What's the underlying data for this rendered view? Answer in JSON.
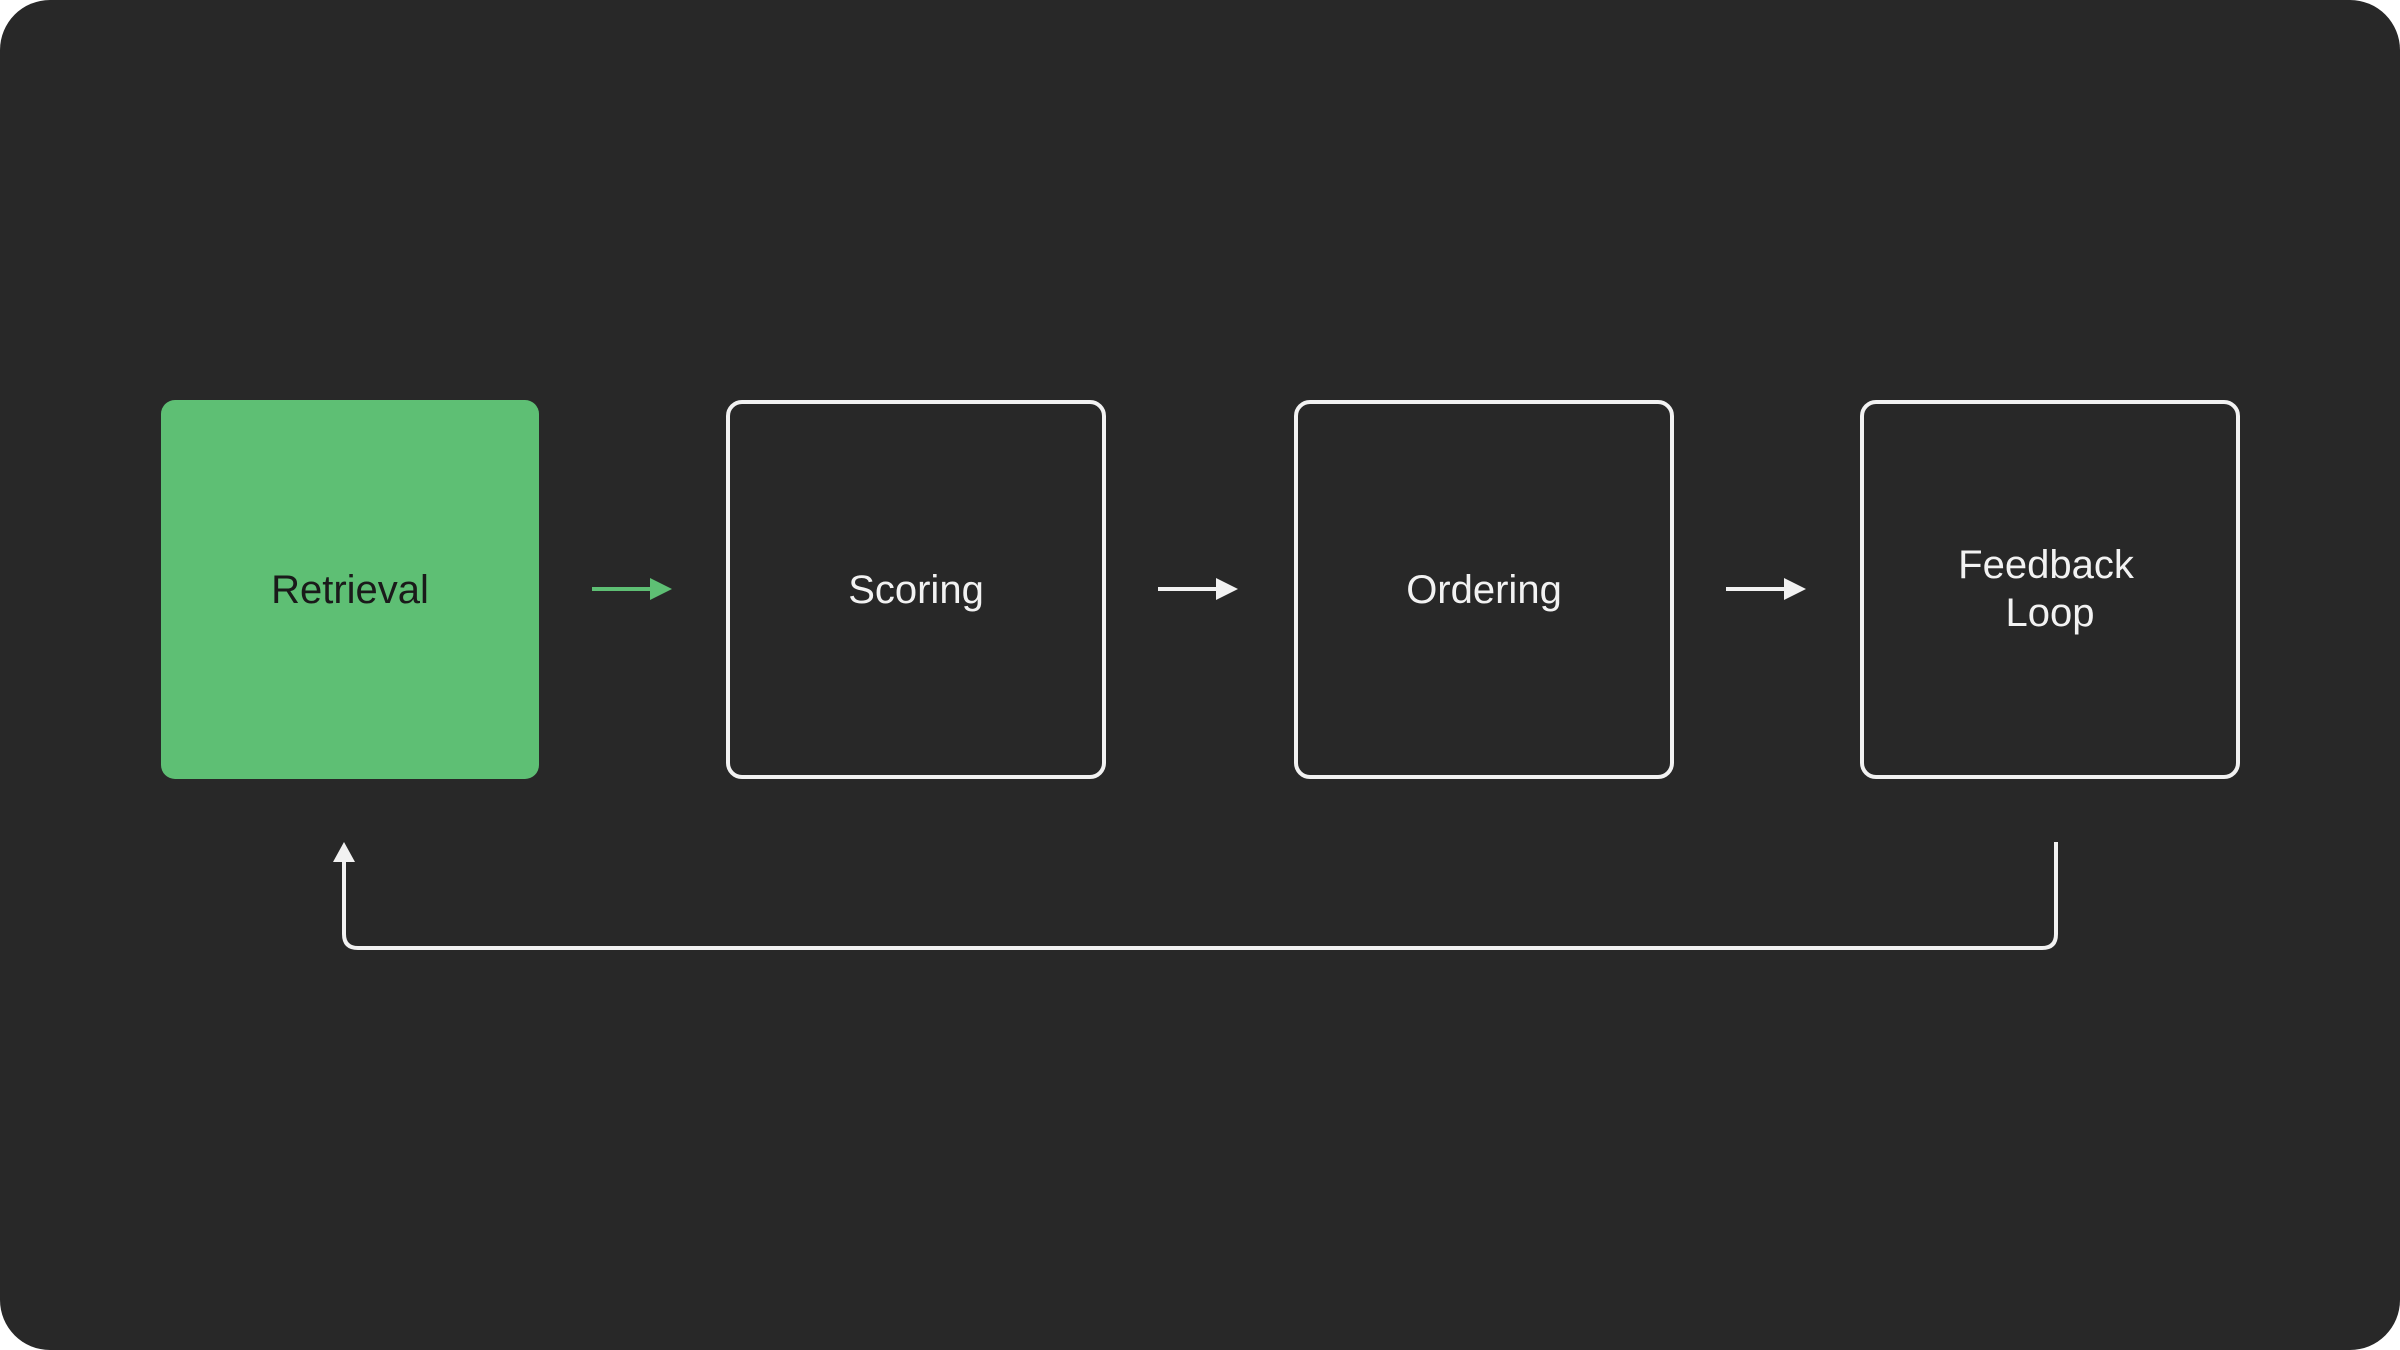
{
  "diagram": {
    "nodes": [
      {
        "id": "retrieval",
        "label_lines": [
          "Retrieval"
        ],
        "active": true
      },
      {
        "id": "scoring",
        "label_lines": [
          "Scoring"
        ],
        "active": false
      },
      {
        "id": "ordering",
        "label_lines": [
          "Ordering"
        ],
        "active": false
      },
      {
        "id": "feedback-loop",
        "label_lines": [
          "Feedback",
          "Loop"
        ],
        "active": false
      }
    ],
    "edges": [
      {
        "from": "retrieval",
        "to": "scoring"
      },
      {
        "from": "scoring",
        "to": "ordering"
      },
      {
        "from": "ordering",
        "to": "feedback-loop"
      },
      {
        "from": "feedback-loop",
        "to": "retrieval"
      }
    ]
  },
  "colors": {
    "background": "#282828",
    "active_fill": "#5ebf74",
    "active_text": "#1a1a1a",
    "stroke": "#f2f2f2",
    "text": "#f2f2f2",
    "active_arrow": "#5ebf74"
  }
}
